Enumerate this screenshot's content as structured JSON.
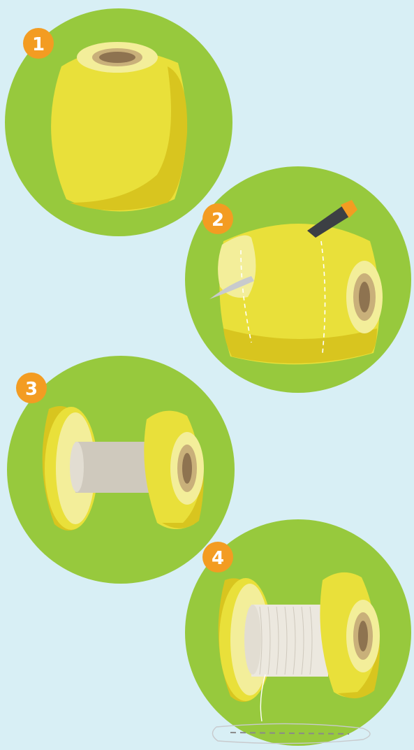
{
  "colors": {
    "background": "#d8eff5",
    "circle": "#97c93d",
    "float_yellow": "#e9e03a",
    "float_shadow": "#d8c51f",
    "float_light": "#f3ee9a",
    "hole_outer": "#c9b07a",
    "hole_inner": "#8e7350",
    "spool": "#cfc9bd",
    "badge": "#f39c22",
    "knife_handle": "#3c3f44",
    "knife_tip": "#f39c22"
  },
  "steps": [
    {
      "number": "1",
      "icon": "whole-float-icon"
    },
    {
      "number": "2",
      "icon": "knife-cutting-float-icon"
    },
    {
      "number": "3",
      "icon": "float-halves-on-spool-icon"
    },
    {
      "number": "4",
      "icon": "line-wound-on-spool-icon"
    }
  ]
}
